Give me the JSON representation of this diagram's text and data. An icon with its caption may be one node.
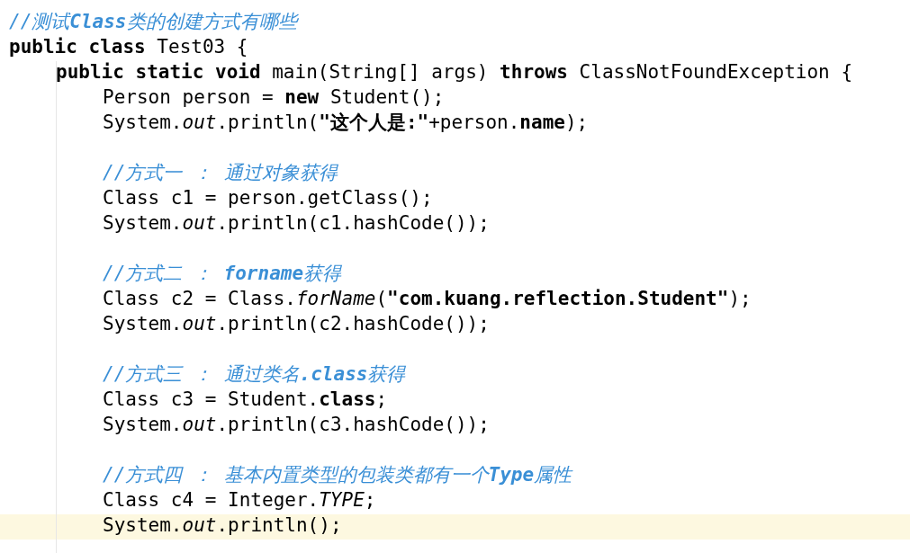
{
  "diagram": {
    "labels": [
      "//测试**Class**类的创建方式有哪些",
      "**public class** Test03 {",
      "**public static void** main(String[] args) **throws** ClassNotFoundException {",
      "Person person = **new** Student();",
      "System.*out*.println(**\"这个人是:\"**+person.**name**);",
      "//方式一 ： 通过对象获得",
      "Class c1 = person.getClass();",
      "System.*out*.println(c1.hashCode());",
      "//方式二 ： **forname**获得",
      "Class c2 = Class.*forName*(**\"com.kuang.reflection.Student\"**);",
      "System.*out*.println(c2.hashCode());",
      "//方式三 ： 通过类名**.class**获得",
      "Class c3 = Student.**class**;",
      "System.*out*.println(c3.hashCode());",
      "//方式四 ： 基本内置类型的包装类都有一个**Type**属性",
      "Class c4 = Integer.*TYPE*;",
      "System.*out*.println();"
    ]
  }
}
